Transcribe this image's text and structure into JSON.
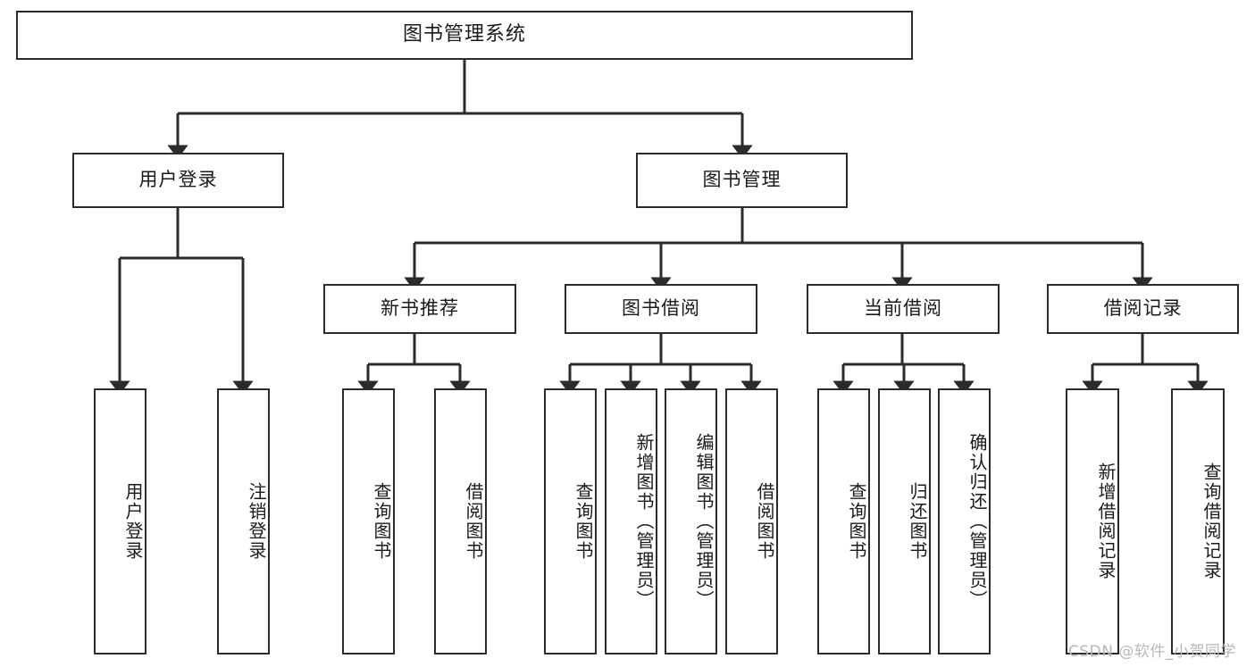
{
  "diagram": {
    "title": "图书管理系统",
    "type": "功能结构图",
    "colors": {
      "box_border": "#2b2b2b",
      "box_fill": "#ffffff",
      "connector": "#2b2b2b",
      "text": "#1a1a1a",
      "watermark": "#b7b7b7",
      "background": "#ffffff"
    },
    "nodes": {
      "root": {
        "label": "图书管理系统"
      },
      "level2": [
        {
          "id": "user-login",
          "label": "用户登录"
        },
        {
          "id": "book-manage",
          "label": "图书管理"
        }
      ],
      "level3": [
        {
          "id": "new-book-recommend",
          "label": "新书推荐"
        },
        {
          "id": "book-borrow",
          "label": "图书借阅"
        },
        {
          "id": "current-borrow",
          "label": "当前借阅"
        },
        {
          "id": "borrow-record",
          "label": "借阅记录"
        }
      ],
      "leaves": {
        "user-login": [
          {
            "id": "leaf-user-login",
            "label": "用户登录"
          },
          {
            "id": "leaf-user-logout",
            "label": "注销登录"
          }
        ],
        "new-book-recommend": [
          {
            "id": "leaf-query-book-1",
            "label": "查询图书"
          },
          {
            "id": "leaf-borrow-book-1",
            "label": "借阅图书"
          }
        ],
        "book-borrow": [
          {
            "id": "leaf-query-book-2",
            "label": "查询图书"
          },
          {
            "id": "leaf-add-book",
            "label": "新增图书（管理员）"
          },
          {
            "id": "leaf-edit-book",
            "label": "编辑图书（管理员）"
          },
          {
            "id": "leaf-borrow-book-2",
            "label": "借阅图书"
          }
        ],
        "current-borrow": [
          {
            "id": "leaf-query-book-3",
            "label": "查询图书"
          },
          {
            "id": "leaf-return-book",
            "label": "归还图书"
          },
          {
            "id": "leaf-confirm-return",
            "label": "确认归还（管理员）"
          }
        ],
        "borrow-record": [
          {
            "id": "leaf-add-record",
            "label": "新增借阅记录"
          },
          {
            "id": "leaf-query-record",
            "label": "查询借阅记录"
          }
        ]
      }
    },
    "watermark": "CSDN @软件_小贺同学"
  }
}
